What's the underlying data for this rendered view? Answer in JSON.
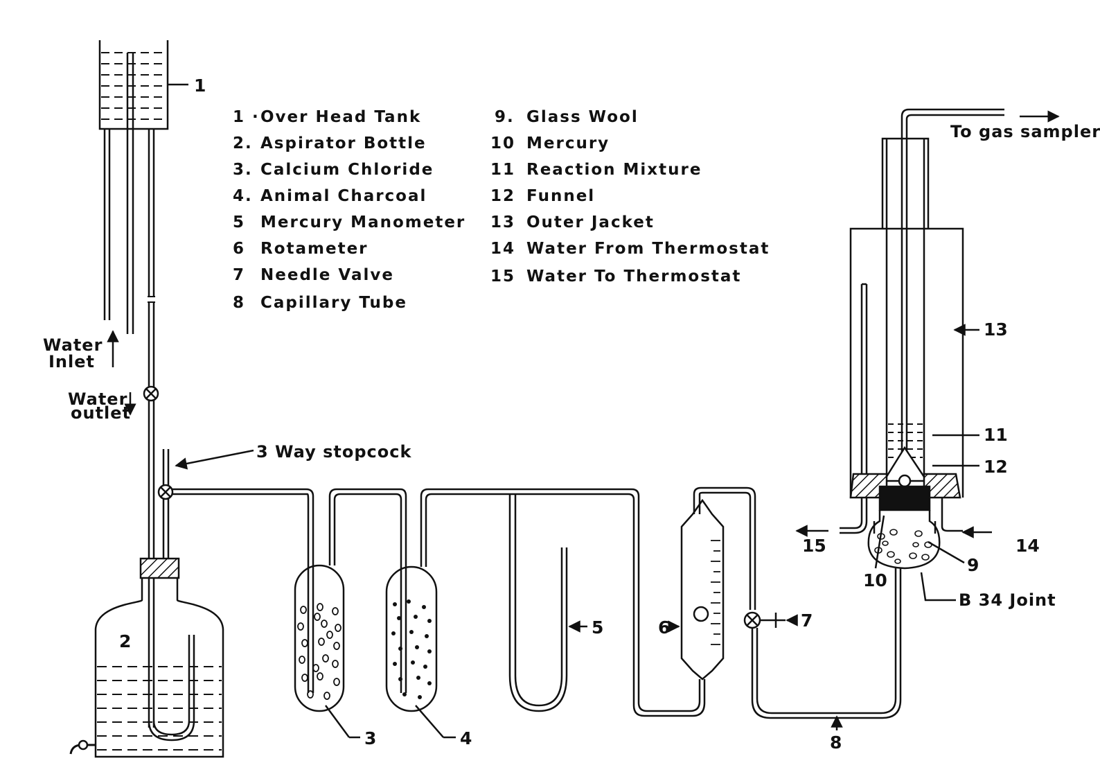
{
  "legend_left": [
    {
      "num": "1 ·",
      "text": "Over Head Tank"
    },
    {
      "num": "2.",
      "text": "Aspirator Bottle"
    },
    {
      "num": "3.",
      "text": "Calcium Chloride"
    },
    {
      "num": "4.",
      "text": "Animal Charcoal"
    },
    {
      "num": "5",
      "text": "Mercury Manometer"
    },
    {
      "num": "6",
      "text": "Rotameter"
    },
    {
      "num": "7",
      "text": "Needle Valve"
    },
    {
      "num": "8",
      "text": "Capillary Tube"
    }
  ],
  "legend_right": [
    {
      "num": "9.",
      "text": "Glass Wool"
    },
    {
      "num": "10",
      "text": "Mercury"
    },
    {
      "num": "11",
      "text": "Reaction Mixture"
    },
    {
      "num": "12",
      "text": "Funnel"
    },
    {
      "num": "13",
      "text": "Outer Jacket"
    },
    {
      "num": "14",
      "text": "Water From Thermostat"
    },
    {
      "num": "15",
      "text": "Water To Thermostat"
    }
  ],
  "labels": {
    "water_inlet_1": "Water",
    "water_inlet_2": "Inlet",
    "water_outlet_1": "Water",
    "water_outlet_2": "outlet",
    "stopcock": "3 Way stopcock",
    "gas_sampler": "To gas sampler",
    "joint": "B 34 Joint"
  },
  "callouts": {
    "n1": "1",
    "n2": "2",
    "n3": "3",
    "n4": "4",
    "n5": "5",
    "n6": "6",
    "n7": "7",
    "n8": "8",
    "n9": "9",
    "n10": "10",
    "n11": "11",
    "n12": "12",
    "n13": "13",
    "n14": "14",
    "n15": "15"
  }
}
